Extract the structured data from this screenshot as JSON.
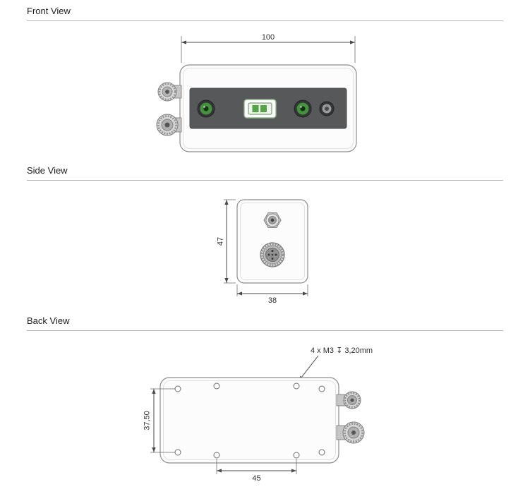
{
  "views": {
    "front": {
      "title": "Front View",
      "dim_width": "100"
    },
    "side": {
      "title": "Side View",
      "dim_height": "47",
      "dim_depth": "38"
    },
    "back": {
      "title": "Back View",
      "annotation": "4 x M3 ↧ 3,20mm",
      "dim_hole_spacing_v": "37,50",
      "dim_hole_spacing_h": "45"
    }
  },
  "colors": {
    "connector_green": "#44923c",
    "display_green": "#52a447",
    "panel_gray": "#57585a"
  }
}
